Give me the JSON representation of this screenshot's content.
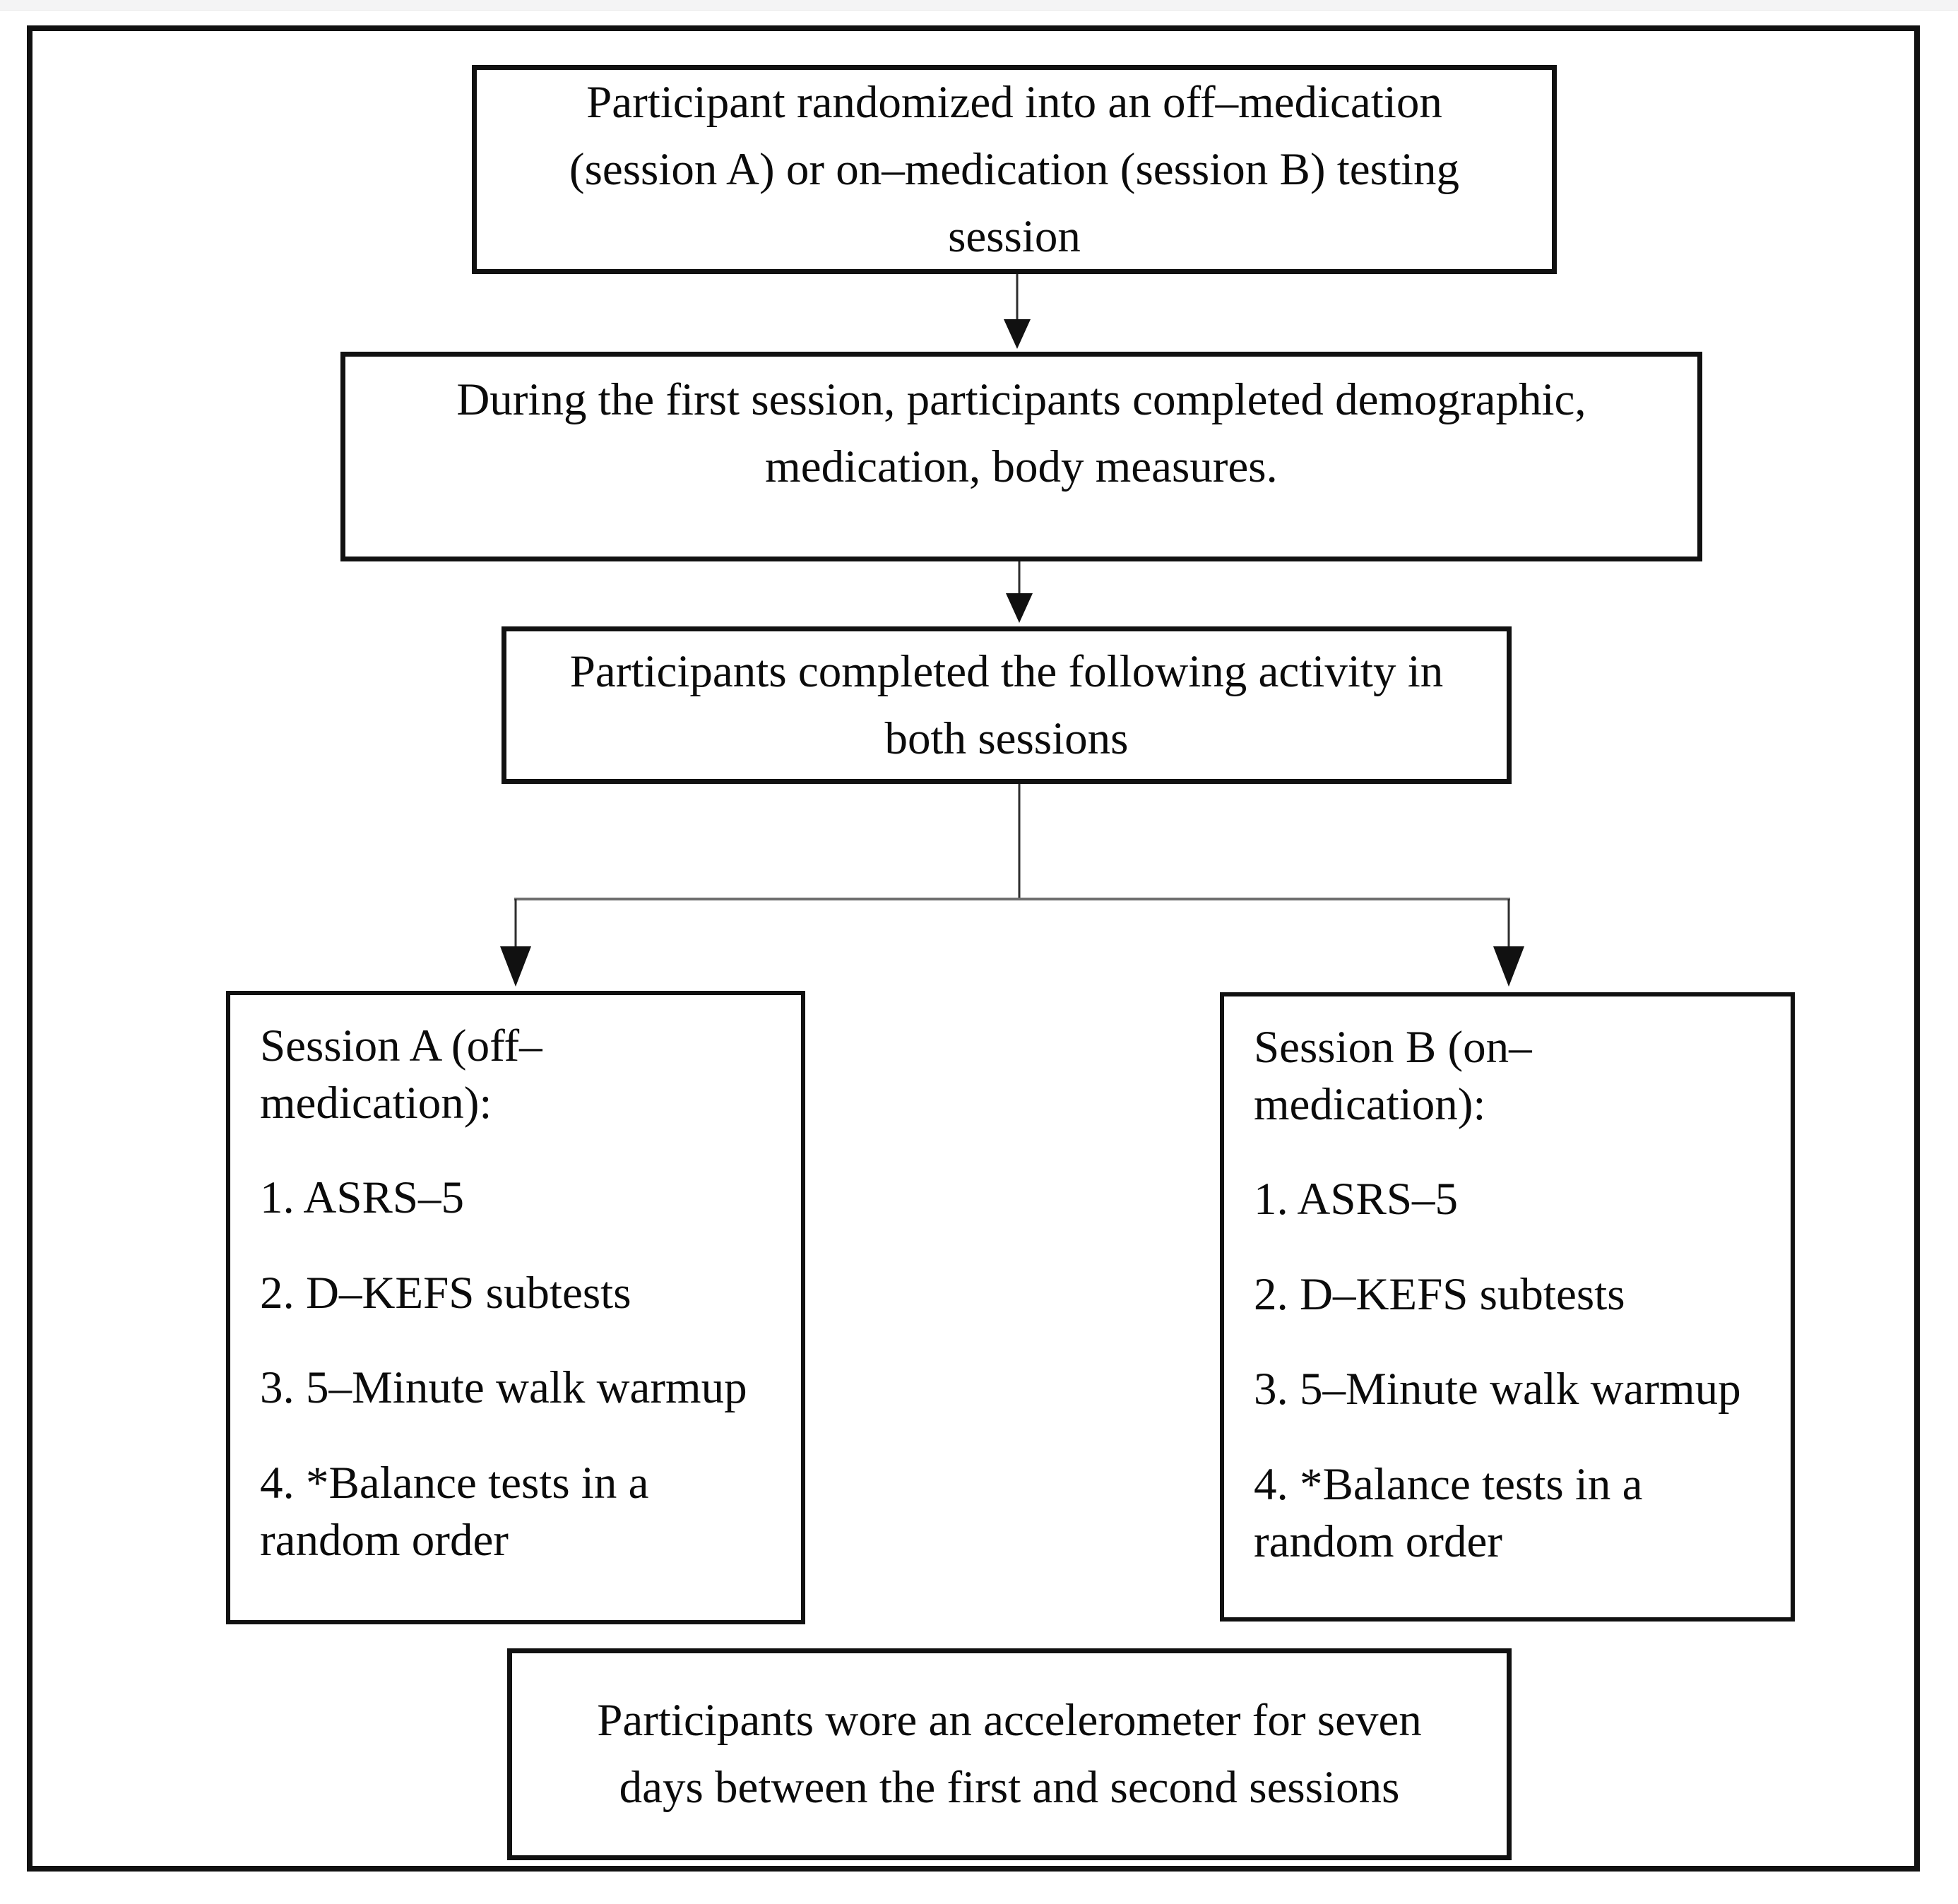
{
  "figure": {
    "type": "flowchart",
    "background": "#ffffff",
    "border_color": "#111111",
    "text_color": "#0b0b0b",
    "connector_color": "#3c3c3c"
  },
  "flowchart": {
    "box_randomized": {
      "lines": [
        "Participant randomized into an off–medication",
        "(session A) or on–medication (session B) testing",
        "session"
      ]
    },
    "box_first_session": {
      "lines": [
        "During the first session, participants completed demographic,",
        "medication, body measures."
      ]
    },
    "box_both_sessions": {
      "lines": [
        "Participants completed the following activity in",
        "both sessions"
      ]
    },
    "box_session_a": {
      "title": "Session A (off–medication):",
      "items": [
        "1. ASRS–5",
        "2. D–KEFS subtests",
        "3. 5–Minute walk warmup",
        "4. *Balance tests in a random order"
      ]
    },
    "box_session_b": {
      "title": "Session B (on–medication):",
      "items": [
        "1. ASRS–5",
        "2. D–KEFS subtests",
        "3. 5–Minute walk warmup",
        "4. *Balance tests in a random order"
      ]
    },
    "box_accelerometer": {
      "lines": [
        "Participants wore an accelerometer for seven",
        "days between the first and second sessions"
      ]
    }
  }
}
